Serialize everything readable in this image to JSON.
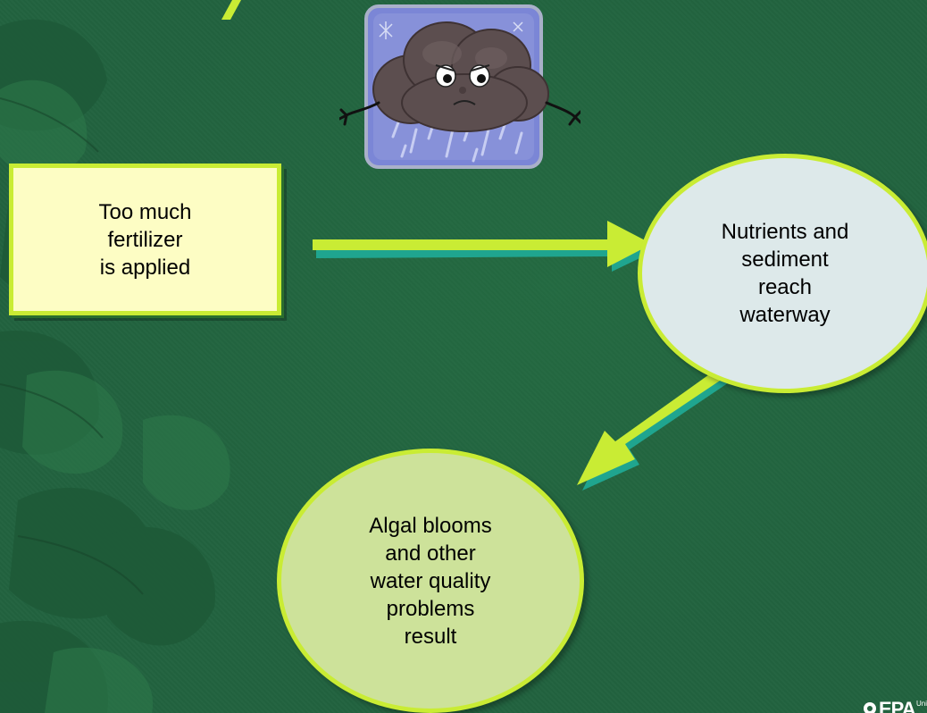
{
  "diagram": {
    "nodes": [
      {
        "id": "fertilizer",
        "label": "Too much\nfertilizer\n is applied"
      },
      {
        "id": "nutrients",
        "label": "Nutrients and\nsediment\nreach\nwaterway"
      },
      {
        "id": "algal",
        "label": "Algal blooms\nand other\nwater quality\nproblems\nresult"
      }
    ],
    "edges": [
      {
        "from": "fertilizer",
        "to": "nutrients"
      },
      {
        "from": "nutrients",
        "to": "algal"
      }
    ]
  },
  "logo": {
    "text": "EPA",
    "small": "Unit"
  },
  "colors": {
    "background": "#22633f",
    "arrow": "#c9ec34",
    "arrow_shadow": "#1fa58f",
    "box_fill": "#fdfdc4",
    "circle_nutrients_fill": "#dde9ea",
    "circle_algal_fill": "#cde29a",
    "cloud_fill": "#5c4e4f",
    "cloud_frame": "#7b86d6"
  },
  "icons": {
    "cloud": "sad-rain-cloud-icon",
    "logo": "epa-logo-icon"
  }
}
